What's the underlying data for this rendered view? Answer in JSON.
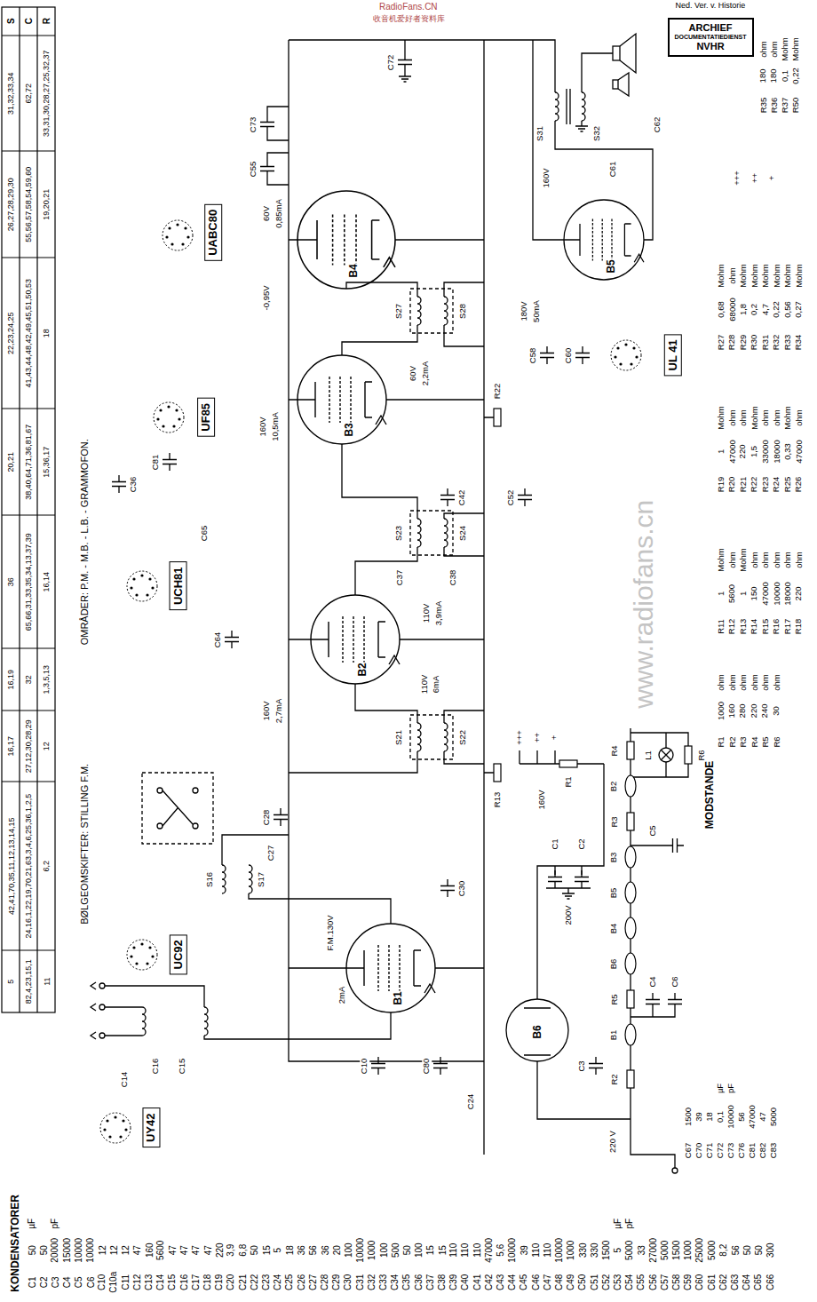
{
  "diagram": {
    "nodes": [
      {
        "text": [
          "ARCHIEF",
          "DOCUMENTATIEDIENST",
          "NVHR"
        ]
      },
      {
        "text": [
          "UABC80"
        ]
      },
      {
        "text": [
          "UF85"
        ]
      },
      {
        "text": [
          "UCH81"
        ]
      },
      {
        "text": [
          "UC92"
        ]
      },
      {
        "text": [
          "UY42"
        ]
      },
      {
        "text": [
          "UL 41"
        ]
      }
    ],
    "labels": [
      "S",
      "5",
      "42,41,70,35,11,12,13,14,15",
      "16,17",
      "16,19",
      "36",
      "20,21",
      "22,23,24,25",
      "26,27,28,29,30",
      "31,32,33,34",
      "C",
      "82,4,23,15,1",
      "24,16,1,22,19,70,21,63,3,4,6,25,36,1,2,5",
      "27,12,30,28,29",
      "32",
      "65,66,31,33,35,34,13,37,39",
      "38,40,64,71,36,81,67",
      "41,43,44,48,42,49,45,51,50,53",
      "55,56,57,58,54,59,60",
      "62,72",
      "R",
      "11",
      "6,2",
      "12",
      "1,3,5,13",
      "16,14",
      "15,36,17",
      "18",
      "19,20,21",
      "33,31,30,28,27,25,32,37",
      "KONDENSATORER",
      "C1",
      "50",
      "C2",
      "50",
      "C3",
      "20000",
      "C4",
      "15000",
      "C5",
      "10000",
      "C6",
      "10000",
      "C10",
      "12",
      "C10a",
      "12",
      "C11",
      "12",
      "C12",
      "47",
      "C13",
      "160",
      "C14",
      "5600",
      "C15",
      "47",
      "C16",
      "47",
      "C17",
      "47",
      "C18",
      "47",
      "C19",
      "220",
      "C20",
      "3,9",
      "C21",
      "6,8",
      "C22",
      "50",
      "C23",
      "15",
      "C24",
      "5",
      "C25",
      "18",
      "C26",
      "36",
      "C27",
      "56",
      "C28",
      "36",
      "C29",
      "20",
      "C30",
      "100",
      "C31",
      "10000",
      "C32",
      "1000",
      "C33",
      "100",
      "C34",
      "500",
      "C35",
      "50",
      "C36",
      "100",
      "C37",
      "15",
      "C38",
      "15",
      "C39",
      "110",
      "C40",
      "110",
      "C41",
      "110",
      "C42",
      "47000",
      "C43",
      "5,6",
      "C44",
      "10000",
      "C45",
      "39",
      "C46",
      "110",
      "C47",
      "110",
      "C48",
      "10000",
      "C49",
      "1000",
      "C50",
      "330",
      "C51",
      "330",
      "C52",
      "1500",
      "C53",
      "5",
      "C54",
      "5000",
      "C55",
      "33",
      "C56",
      "27000",
      "C57",
      "5000",
      "C58",
      "1500",
      "C59",
      "1000",
      "C60",
      "25000",
      "C61",
      "5000",
      "C62",
      "8,2",
      "C63",
      "56",
      "C64",
      "50",
      "C65",
      "50",
      "C66",
      "300",
      "µF",
      "pF",
      "µF",
      "pF",
      "C67",
      "1500",
      "C70",
      "39",
      "C71",
      "18",
      "C72",
      "0,1",
      "C73",
      "10000",
      "C76",
      "56",
      "C81",
      "47000",
      "C82",
      "47",
      "C83",
      "5000",
      "µF",
      "pF",
      "MODSTANDE",
      "R1",
      "1000",
      "ohm",
      "R2",
      "160",
      "ohm",
      "R3",
      "280",
      "ohm",
      "R4",
      "220",
      "ohm",
      "R5",
      "240",
      "ohm",
      "R6",
      "30",
      "ohm",
      "R11",
      "1",
      "Mohm",
      "R12",
      "5600",
      "ohm",
      "R13",
      "1",
      "Mohm",
      "R14",
      "150",
      "ohm",
      "R15",
      "47000",
      "ohm",
      "R16",
      "10000",
      "ohm",
      "R17",
      "18000",
      "ohm",
      "R18",
      "220",
      "ohm",
      "R19",
      "1",
      "Mohm",
      "R20",
      "47000",
      "ohm",
      "R21",
      "220",
      "ohm",
      "R22",
      "1,5",
      "Mohm",
      "R23",
      "33000",
      "ohm",
      "R24",
      "18000",
      "ohm",
      "R25",
      "0,33",
      "Mohm",
      "R26",
      "47000",
      "ohm",
      "R27",
      "0,68",
      "Mohm",
      "R28",
      "68000",
      "ohm",
      "R29",
      "1,8",
      "Mohm",
      "R30",
      "0,2",
      "Mohm",
      "R31",
      "4,7",
      "Mohm",
      "R32",
      "0,22",
      "Mohm",
      "R33",
      "0,56",
      "Mohm",
      "R34",
      "0,27",
      "Mohm",
      "R35",
      "180",
      "ohm",
      "R36",
      "180",
      "ohm",
      "R37",
      "0,1",
      "Mohm",
      "R50",
      "0,22",
      "Mohm",
      "BØLGEOMSKIFTER: STILLING F.M.",
      "OMRÅDER: P.M. - M.B. - L.B. - GRAMMOFON.",
      "B1",
      "B2",
      "B3",
      "B4",
      "B5",
      "B6",
      "60V",
      "0,85mA",
      "-0,95V",
      "160V",
      "10,5mA",
      "60V",
      "2,2mA",
      "110V",
      "3,9mA",
      "160V",
      "2,7mA",
      "110V",
      "6mA",
      "F.M.130V",
      "2mA",
      "180V",
      "50mA",
      "160V",
      "160V",
      "200V",
      "+++",
      "++",
      "+",
      "+++",
      "++",
      "+",
      "L1",
      "220 V",
      "R4",
      "B2",
      "R3",
      "B3",
      "B5",
      "B4",
      "B6",
      "R5",
      "B1",
      "R2",
      "R6",
      "C5",
      "C4",
      "C6",
      "C72",
      "C73",
      "C55",
      "C81",
      "C36",
      "C65",
      "C64",
      "C28",
      "C27",
      "C30",
      "C16",
      "C15",
      "C14",
      "C80",
      "C24",
      "C10",
      "C3",
      "C1",
      "C2",
      "C58",
      "C60",
      "C61",
      "C62",
      "C52",
      "C42",
      "C38",
      "C37",
      "S23",
      "S24",
      "S27",
      "S28",
      "S21",
      "S22",
      "S16",
      "S17",
      "S31",
      "S32",
      "R13",
      "R22",
      "R1",
      "RadioFans.CN",
      "收音机爱好者资料库",
      "Ned. Ver. v. Historie",
      "www.radiofans.cn"
    ]
  }
}
